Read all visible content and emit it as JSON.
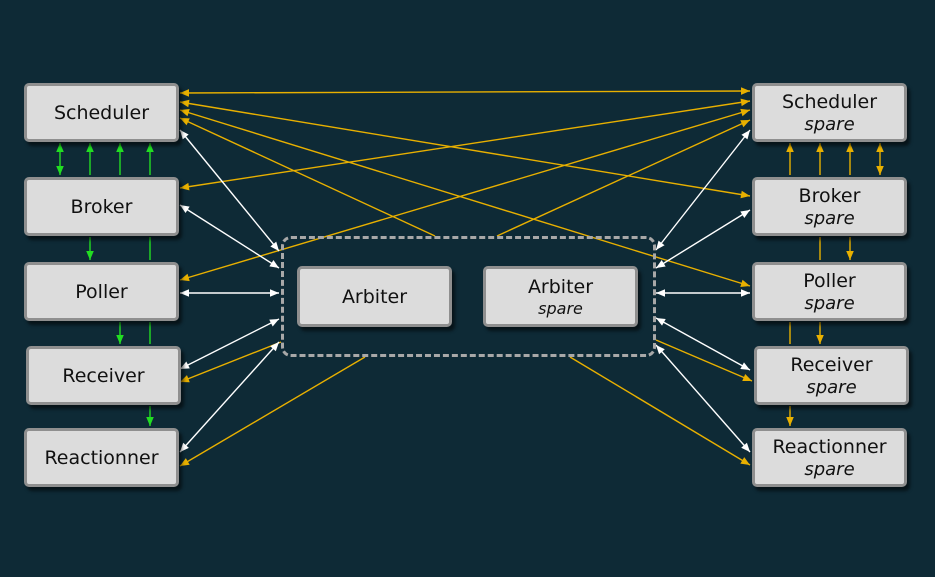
{
  "colors": {
    "background": "#0e2a36",
    "arrow_yellow": "#e8b000",
    "arrow_white": "#ffffff",
    "arrow_green": "#22dd22",
    "node_fill": "#dcdcdc",
    "node_border": "#8f8f8f",
    "group_border": "#a8a8a8"
  },
  "left": {
    "scheduler": {
      "label": "Scheduler"
    },
    "broker": {
      "label": "Broker"
    },
    "poller": {
      "label": "Poller"
    },
    "receiver": {
      "label": "Receiver"
    },
    "reactionner": {
      "label": "Reactionner"
    }
  },
  "right": {
    "spare_label": "spare",
    "scheduler": {
      "label": "Scheduler"
    },
    "broker": {
      "label": "Broker"
    },
    "poller": {
      "label": "Poller"
    },
    "receiver": {
      "label": "Receiver"
    },
    "reactionner": {
      "label": "Reactionner"
    }
  },
  "arbiters": {
    "main": {
      "label": "Arbiter"
    },
    "spare": {
      "label": "Arbiter",
      "sub": "spare"
    }
  },
  "connections": [
    {
      "from": "scheduler",
      "to": "scheduler-spare",
      "color": "yellow",
      "heads": "both"
    },
    {
      "from": "scheduler",
      "to": "broker-spare",
      "color": "yellow",
      "heads": "both"
    },
    {
      "from": "broker",
      "to": "scheduler-spare",
      "color": "yellow",
      "heads": "both"
    },
    {
      "from": "poller",
      "to": "scheduler-spare",
      "color": "yellow",
      "heads": "both"
    },
    {
      "from": "scheduler",
      "to": "poller-spare",
      "color": "yellow",
      "heads": "both"
    },
    {
      "from": "scheduler",
      "to": "arbiter-group",
      "color": "yellow",
      "heads": "start"
    },
    {
      "from": "scheduler-spare",
      "to": "arbiter-group",
      "color": "yellow",
      "heads": "start"
    },
    {
      "from": "receiver",
      "to": "arbiter-group",
      "color": "yellow",
      "heads": "start"
    },
    {
      "from": "reactionner",
      "to": "arbiter-group",
      "color": "yellow",
      "heads": "start"
    },
    {
      "from": "receiver-spare",
      "to": "arbiter-group",
      "color": "yellow",
      "heads": "start"
    },
    {
      "from": "reactionner-spare",
      "to": "arbiter-group",
      "color": "yellow",
      "heads": "start"
    },
    {
      "from": "scheduler",
      "to": "arbiter-group",
      "color": "white",
      "heads": "both"
    },
    {
      "from": "broker",
      "to": "arbiter-group",
      "color": "white",
      "heads": "both"
    },
    {
      "from": "poller",
      "to": "arbiter-group",
      "color": "white",
      "heads": "both"
    },
    {
      "from": "receiver",
      "to": "arbiter-group",
      "color": "white",
      "heads": "both"
    },
    {
      "from": "reactionner",
      "to": "arbiter-group",
      "color": "white",
      "heads": "both"
    },
    {
      "from": "scheduler-spare",
      "to": "arbiter-group",
      "color": "white",
      "heads": "both"
    },
    {
      "from": "broker-spare",
      "to": "arbiter-group",
      "color": "white",
      "heads": "both"
    },
    {
      "from": "poller-spare",
      "to": "arbiter-group",
      "color": "white",
      "heads": "both"
    },
    {
      "from": "receiver-spare",
      "to": "arbiter-group",
      "color": "white",
      "heads": "both"
    },
    {
      "from": "reactionner-spare",
      "to": "arbiter-group",
      "color": "white",
      "heads": "both"
    },
    {
      "from": "scheduler",
      "to": "broker",
      "color": "green",
      "heads": "both"
    },
    {
      "from": "broker",
      "to": "poller",
      "color": "green",
      "heads": "end"
    },
    {
      "from": "poller",
      "to": "receiver",
      "color": "green",
      "heads": "end"
    },
    {
      "from": "receiver",
      "to": "reactionner",
      "color": "green",
      "heads": "end"
    },
    {
      "from": "scheduler-spare",
      "to": "broker-spare",
      "color": "yellow",
      "heads": "both"
    },
    {
      "from": "broker-spare",
      "to": "poller-spare",
      "color": "yellow",
      "heads": "end"
    },
    {
      "from": "poller-spare",
      "to": "receiver-spare",
      "color": "yellow",
      "heads": "end"
    },
    {
      "from": "receiver-spare",
      "to": "reactionner-spare",
      "color": "yellow",
      "heads": "end"
    }
  ]
}
